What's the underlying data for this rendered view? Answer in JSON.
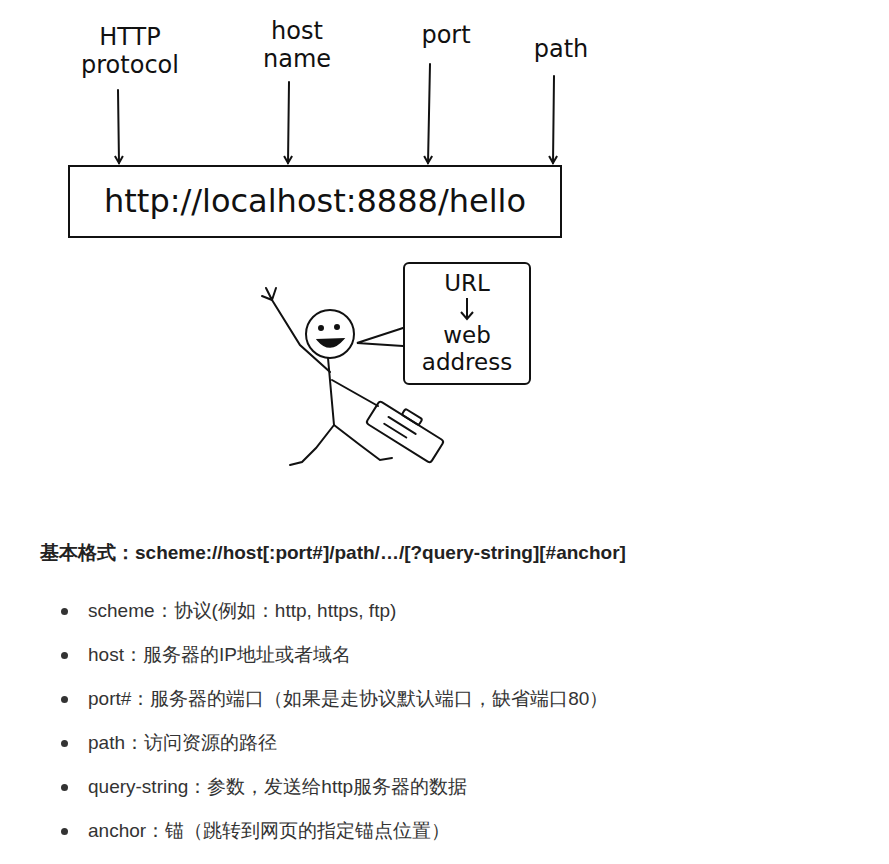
{
  "diagram": {
    "title": "基本格式：scheme://host[:port#]/path/…/[?query-string][#anchor]",
    "nodes": [
      {
        "text": [
          "http://localhost:8888/hello"
        ]
      },
      {
        "text": [
          "URL",
          "web address"
        ]
      }
    ],
    "labels": [
      "HTTP protocol",
      "host name",
      "port",
      "path",
      "scheme：协议(例如：http, https, ftp)",
      "host：服务器的IP地址或者域名",
      "port#：服务器的端口（如果是走协议默认端口，缺省端口80）",
      "path：访问资源的路径",
      "query-string：参数，发送给http服务器的数据",
      "anchor：锚（跳转到网页的指定锚点位置）"
    ]
  }
}
